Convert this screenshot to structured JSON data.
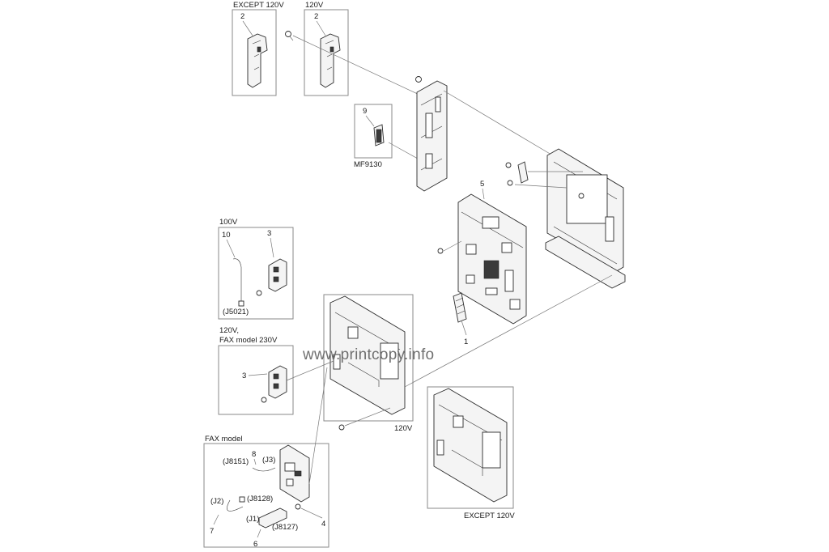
{
  "labels": {
    "except_120v_top": "EXCEPT 120V",
    "v120_top": "120V",
    "mf9130": "MF9130",
    "v100": "100V",
    "j5021": "(J5021)",
    "v120_fax_line1": "120V,",
    "v120_fax_line2": "FAX model 230V",
    "v120_mid": "120V",
    "fax_model": "FAX model",
    "j8151": "(J8151)",
    "j3": "(J3)",
    "j2": "(J2)",
    "j8128": "(J8128)",
    "j1": "(J1)",
    "j8127": "(J8127)",
    "except_120v_bottom": "EXCEPT 120V"
  },
  "callouts": {
    "n2a": "2",
    "n2b": "2",
    "n9": "9",
    "n5": "5",
    "n1": "1",
    "n10": "10",
    "n3a": "3",
    "n3b": "3",
    "n8": "8",
    "n7": "7",
    "n6": "6",
    "n4": "4"
  },
  "watermark": "www.printcopy.info"
}
